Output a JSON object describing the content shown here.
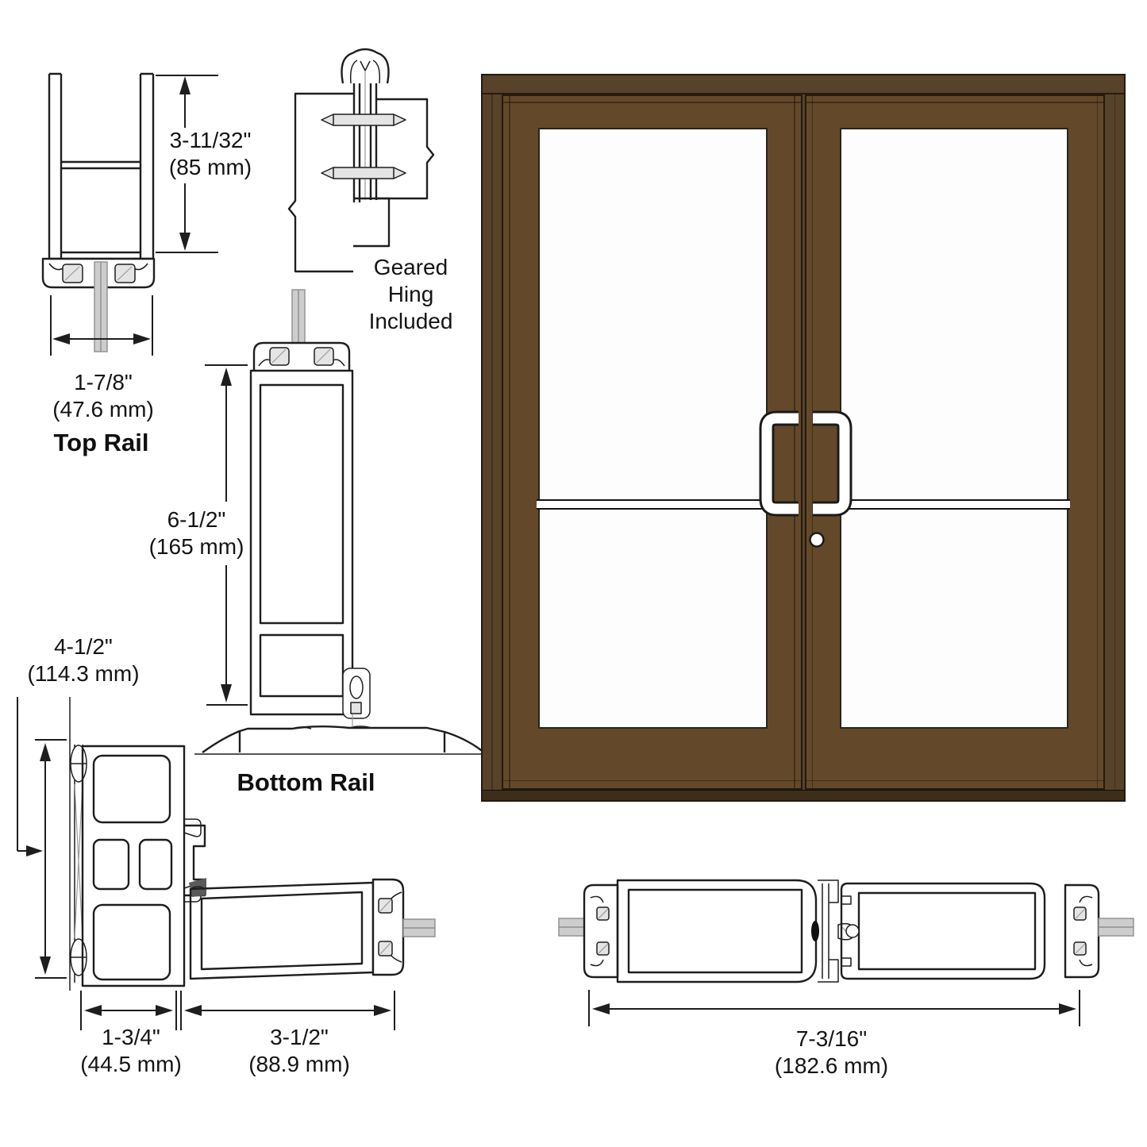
{
  "colors": {
    "line": "#1e1e1e",
    "glass_fill": "#cdcdcd",
    "glass_edge": "#8e8e8e",
    "door_frame": "#57422a",
    "door_leaf": "#63492a",
    "door_threshold": "#3c2e1a",
    "door_outline": "#241a0e"
  },
  "sections": {
    "top_rail": {
      "title": "Top Rail",
      "height_dim_in": "3-11/32\"",
      "height_dim_mm": "(85 mm)",
      "width_dim_in": "1-7/8\"",
      "width_dim_mm": "(47.6 mm)"
    },
    "geared_hinge": {
      "label_lines": [
        "Geared",
        "Hing",
        "Included"
      ]
    },
    "bottom_rail": {
      "title": "Bottom Rail",
      "height_dim_in": "6-1/2\"",
      "height_dim_mm": "(165 mm)"
    },
    "jamb": {
      "depth_dim_in": "4-1/2\"",
      "depth_dim_mm": "(114.3 mm)",
      "jamb_width_dim_in": "1-3/4\"",
      "jamb_width_dim_mm": "(44.5 mm)",
      "stile_width_dim_in": "3-1/2\"",
      "stile_width_dim_mm": "(88.9 mm)"
    },
    "meeting_stiles": {
      "width_dim_in": "7-3/16\"",
      "width_dim_mm": "(182.6 mm)"
    }
  }
}
